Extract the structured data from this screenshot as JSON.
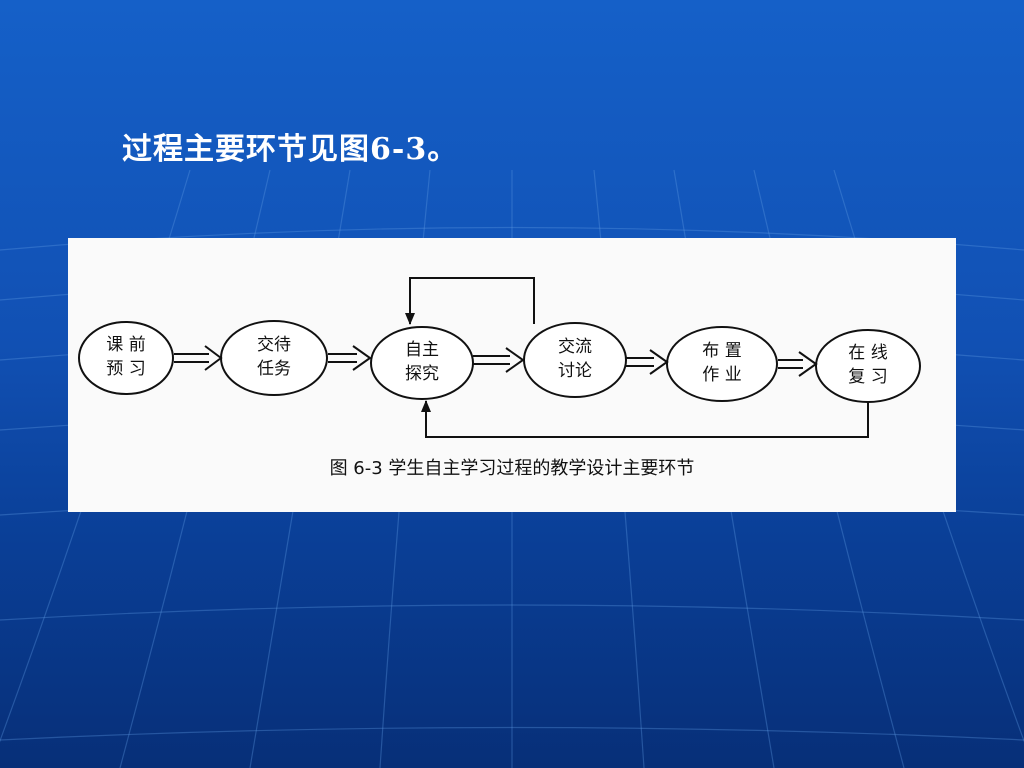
{
  "slide": {
    "title": "过程主要环节见图6-3。"
  },
  "figure": {
    "caption": "图 6-3 学生自主学习过程的教学设计主要环节",
    "nodes": [
      {
        "line1": "课 前",
        "line2": "预 习"
      },
      {
        "line1": "交待",
        "line2": "任务"
      },
      {
        "line1": "自主",
        "line2": "探究"
      },
      {
        "line1": "交流",
        "line2": "讨论"
      },
      {
        "line1": "布 置",
        "line2": "作 业"
      },
      {
        "line1": "在 线",
        "line2": "复 习"
      }
    ]
  },
  "colors": {
    "background": "#1560c8",
    "panel": "#fafafa",
    "title": "#ffffff",
    "ink": "#111111"
  }
}
